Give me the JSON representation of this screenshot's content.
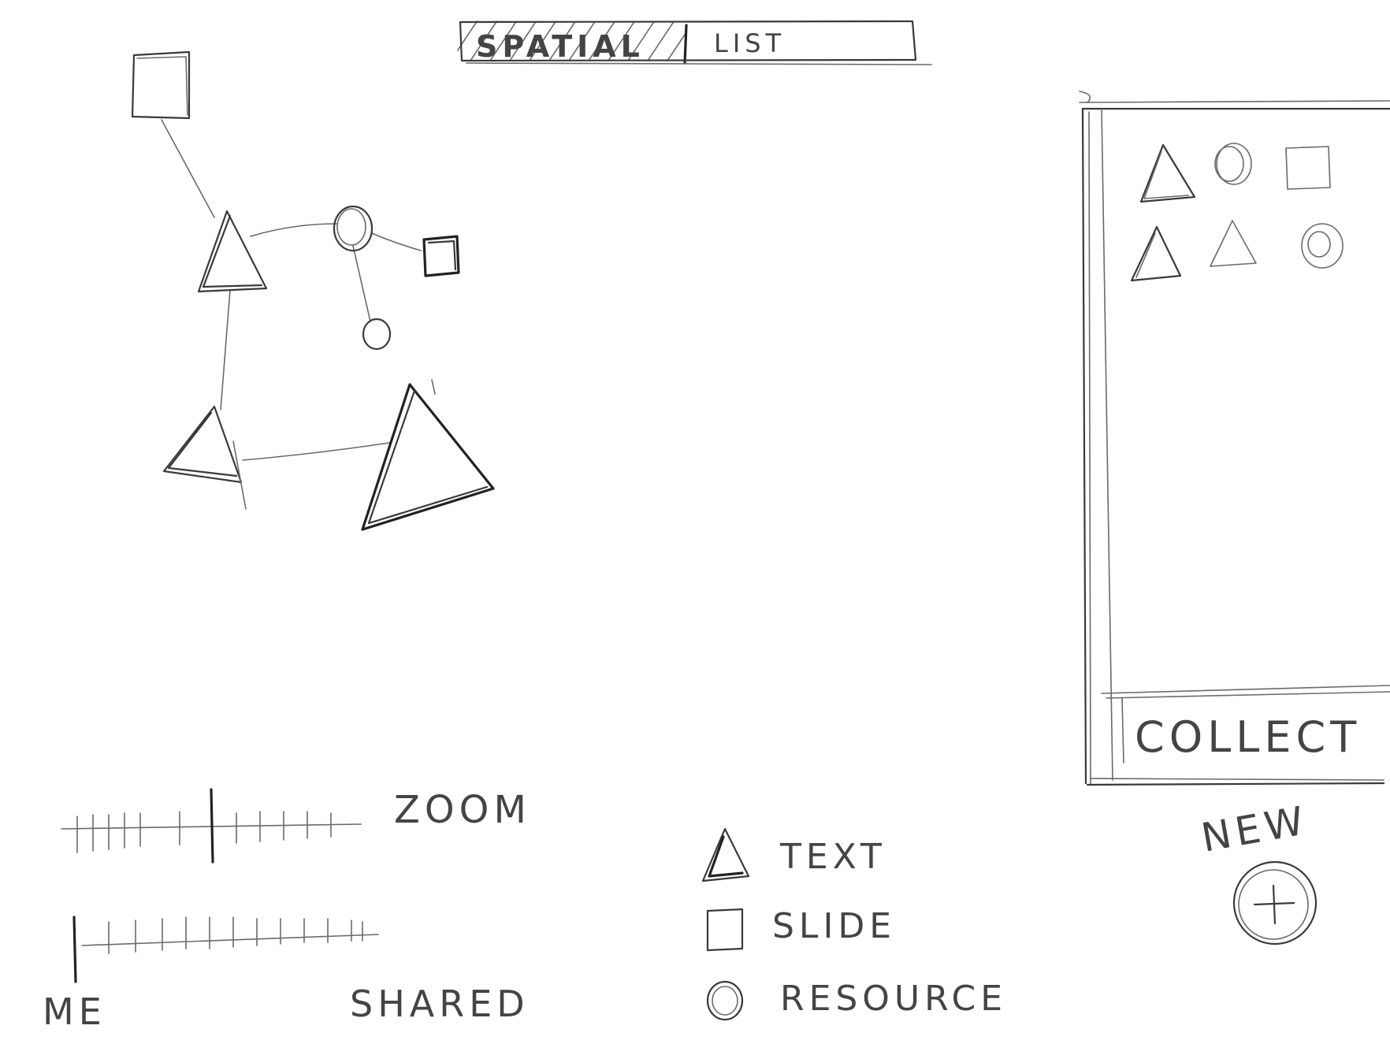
{
  "view_toggle": {
    "options": [
      "SPATIAL",
      "LIST"
    ],
    "selected": "SPATIAL"
  },
  "zoom": {
    "label": "ZOOM",
    "level": 0.5
  },
  "sharing": {
    "left_label": "ME",
    "right_label": "SHARED",
    "level": 0.0
  },
  "legend": {
    "items": [
      {
        "shape": "triangle-icon",
        "label": "TEXT"
      },
      {
        "shape": "square-icon",
        "label": "SLIDE"
      },
      {
        "shape": "circle-icon",
        "label": "RESOURCE"
      }
    ]
  },
  "collection_panel": {
    "button_label": "COLLECT",
    "item_shapes": [
      "triangle",
      "circle",
      "square",
      "triangle",
      "triangle",
      "circle"
    ]
  },
  "new_button": {
    "label": "NEW"
  }
}
